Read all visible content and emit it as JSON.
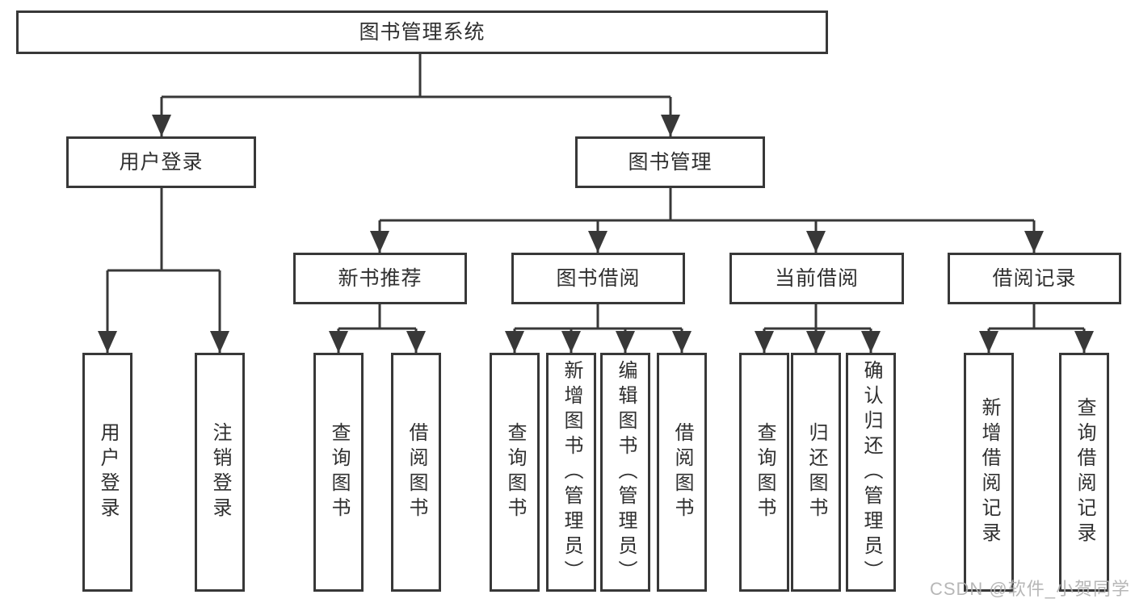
{
  "tree": {
    "label": "图书管理系统",
    "children": [
      {
        "label": "用户登录",
        "children": [
          {
            "label": "用户登录"
          },
          {
            "label": "注销登录"
          }
        ]
      },
      {
        "label": "图书管理",
        "children": [
          {
            "label": "新书推荐",
            "children": [
              {
                "label": "查询图书"
              },
              {
                "label": "借阅图书"
              }
            ]
          },
          {
            "label": "图书借阅",
            "children": [
              {
                "label": "查询图书"
              },
              {
                "label": "新增图书（管理员）"
              },
              {
                "label": "编辑图书（管理员）"
              },
              {
                "label": "借阅图书"
              }
            ]
          },
          {
            "label": "当前借阅",
            "children": [
              {
                "label": "查询图书"
              },
              {
                "label": "归还图书"
              },
              {
                "label": "确认归还（管理员）"
              }
            ]
          },
          {
            "label": "借阅记录",
            "children": [
              {
                "label": "新增借阅记录"
              },
              {
                "label": "查询借阅记录"
              }
            ]
          }
        ]
      }
    ]
  },
  "watermark": {
    "text": "CSDN @软件_小贺同学"
  },
  "colors": {
    "line": "#383838",
    "box_border": "#383838",
    "box_fill": "#ffffff",
    "text": "#2f2f2f",
    "watermark": "#afafaf",
    "background": "#ffffff"
  }
}
